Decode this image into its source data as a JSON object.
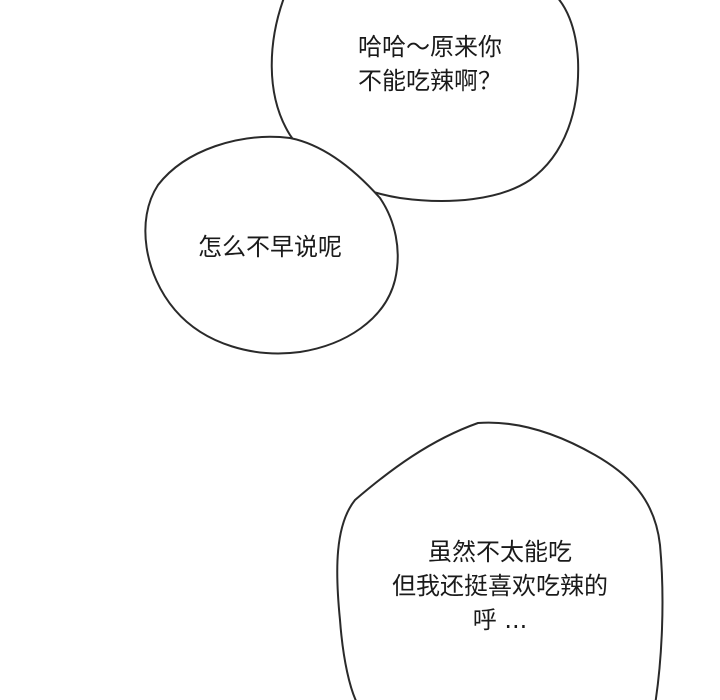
{
  "bubbles": [
    {
      "lines": [
        "哈哈～原来你",
        "不能吃辣啊？"
      ]
    },
    {
      "lines": [
        "怎么不早说呢"
      ]
    },
    {
      "lines": [
        "虽然不太能吃",
        "但我还挺喜欢吃辣的",
        "呼 ..."
      ]
    }
  ],
  "colors": {
    "background": "#ffffff",
    "outline": "#2a2a2a",
    "text": "#1a1a1a"
  }
}
